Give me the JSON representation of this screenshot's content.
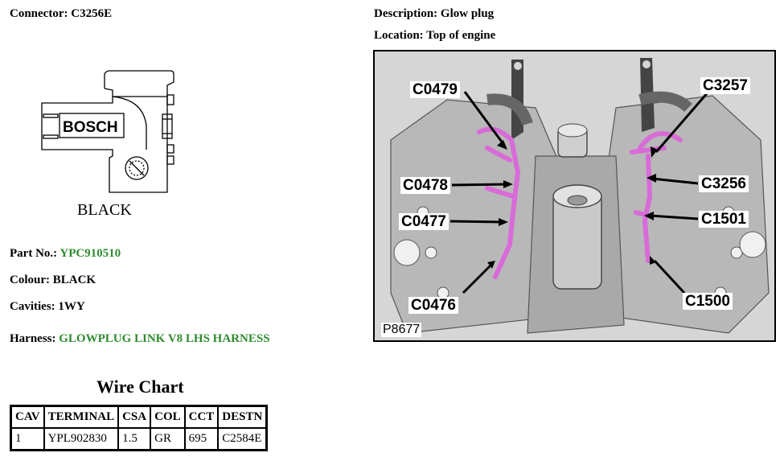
{
  "connector": {
    "label": "Connector:",
    "value": "C3256E"
  },
  "description": {
    "label": "Description:",
    "value": "Glow plug"
  },
  "location": {
    "label": "Location:",
    "value": "Top of engine"
  },
  "diagram": {
    "brand": "BOSCH",
    "color_label": "BLACK"
  },
  "part_no": {
    "label": "Part No.:",
    "value": "YPC910510"
  },
  "colour": {
    "label": "Colour:",
    "value": "BLACK"
  },
  "cavities": {
    "label": "Cavities:",
    "value": "1WY"
  },
  "harness": {
    "label": "Harness:",
    "value": "GLOWPLUG LINK V8 LHS HARNESS"
  },
  "figure": {
    "ref": "P8677",
    "callouts": [
      "C0479",
      "C3257",
      "C0478",
      "C3256",
      "C0477",
      "C1501",
      "C0476",
      "C1500"
    ]
  },
  "wire_chart": {
    "title": "Wire Chart",
    "headers": [
      "CAV",
      "TERMINAL",
      "CSA",
      "COL",
      "CCT",
      "DESTN"
    ],
    "rows": [
      [
        "1",
        "YPL902830",
        "1.5",
        "GR",
        "695",
        "C2584E"
      ]
    ]
  },
  "colors": {
    "link_green": "#2e8b2e",
    "harness_magenta": "#d86bd8"
  }
}
